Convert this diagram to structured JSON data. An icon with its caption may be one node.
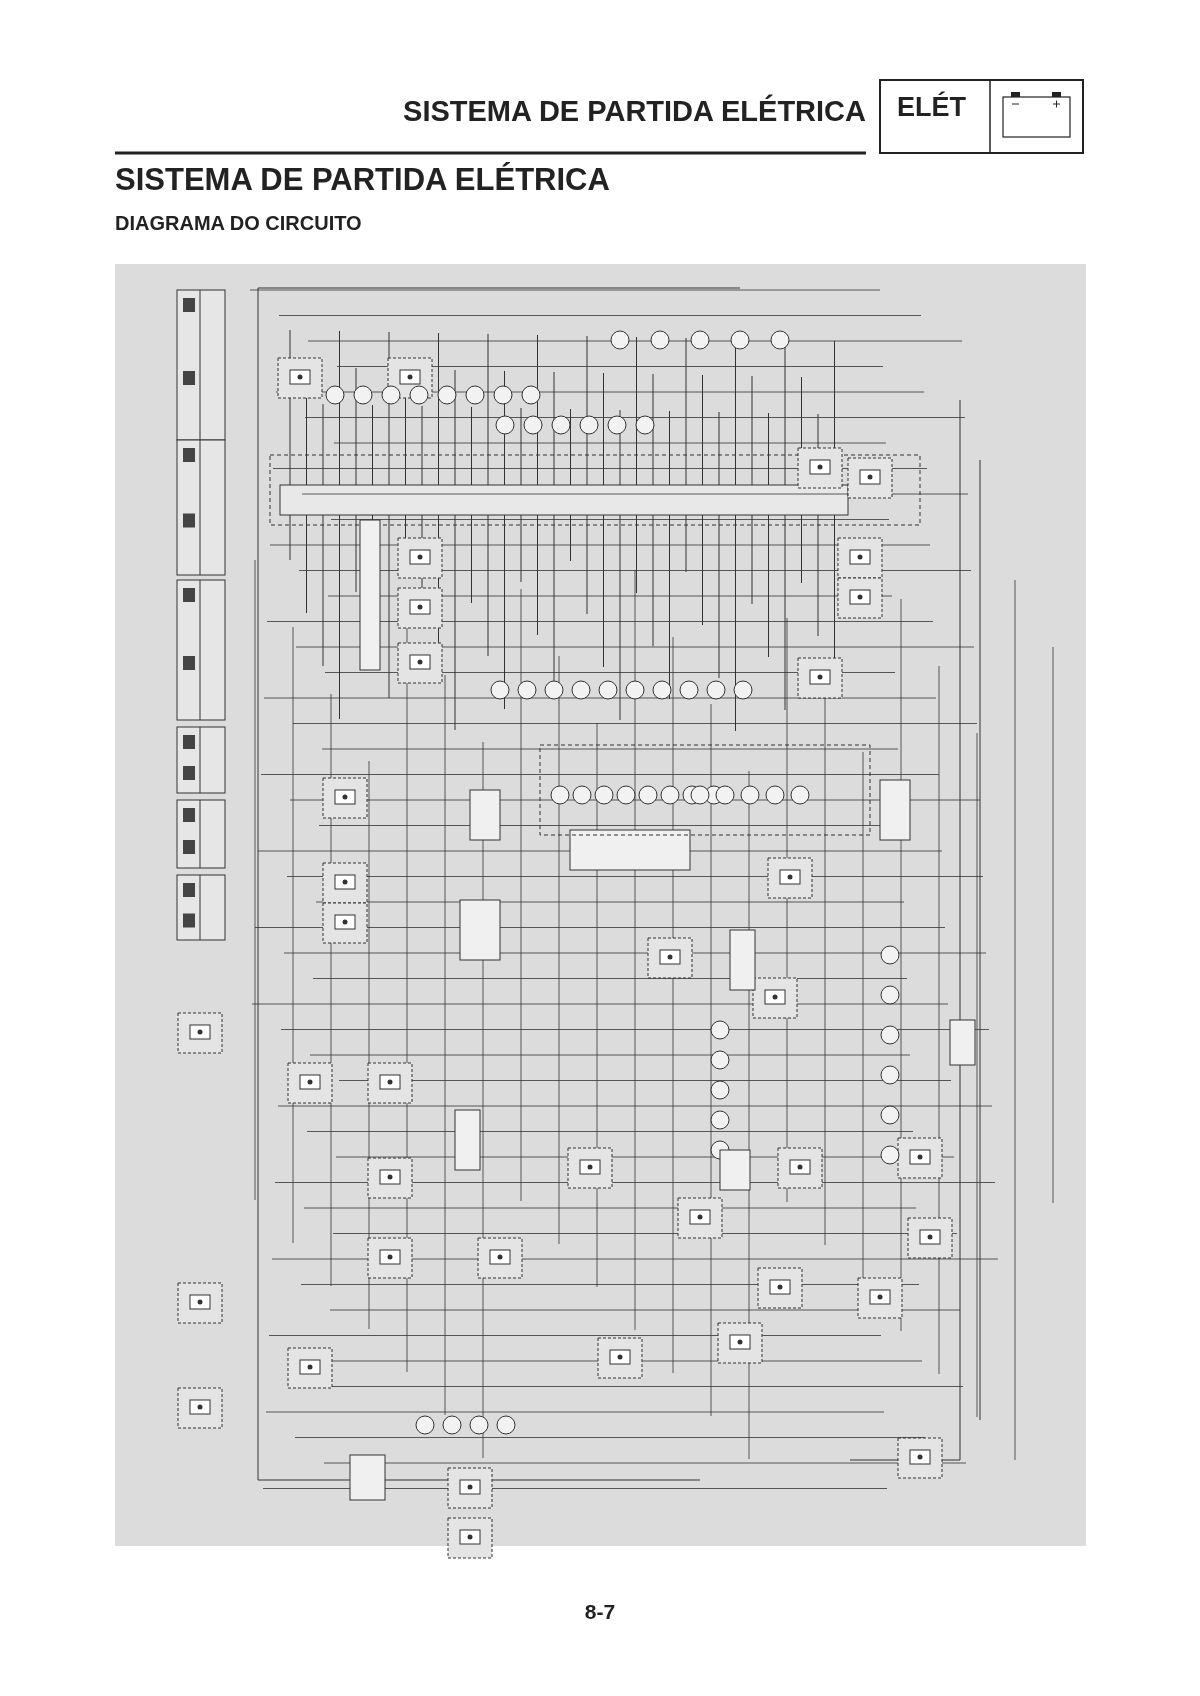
{
  "diagram": {
    "title": "SISTEMA DE PARTIDA ELÉTRICA",
    "labels": [
      "SISTEMA DE PARTIDA ELÉTRICA",
      "ELÉT",
      "DIAGRAMA DO CIRCUITO",
      "8-7"
    ]
  }
}
